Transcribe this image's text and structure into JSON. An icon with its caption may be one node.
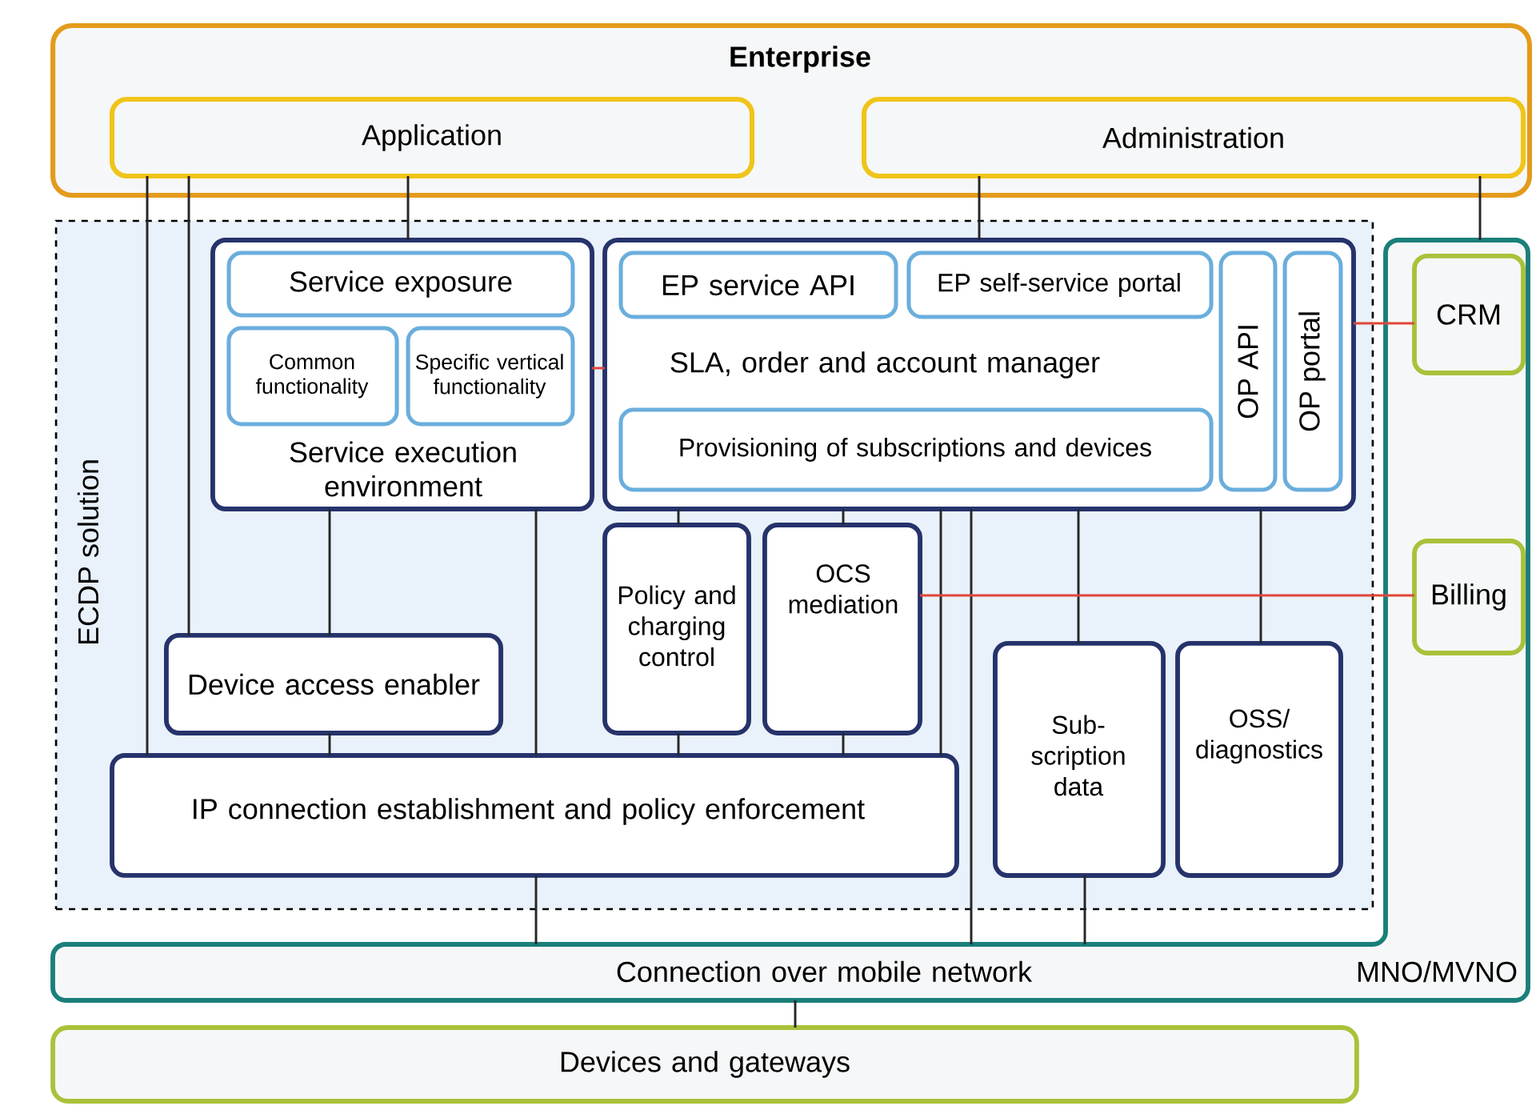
{
  "diagram": {
    "nodes": [
      {
        "text": [
          "Enterprise"
        ]
      },
      {
        "text": [
          "Application"
        ],
        "in": 0
      },
      {
        "text": [
          "Administration"
        ],
        "in": 0
      },
      {
        "text": [
          "Connection over mobile network",
          "MNO/MVNO"
        ]
      },
      {
        "text": [
          "ECDP solution"
        ]
      },
      {
        "text": [
          "Service execution environment"
        ],
        "in": 4
      },
      {
        "text": [
          "Service exposure"
        ],
        "in": 5
      },
      {
        "text": [
          "Common functionality"
        ],
        "in": 5
      },
      {
        "text": [
          "Specific vertical functionality"
        ],
        "in": 5
      },
      {
        "text": [
          "SLA, order and account manager"
        ],
        "in": 4
      },
      {
        "text": [
          "EP service API"
        ],
        "in": 9
      },
      {
        "text": [
          "EP self-service portal"
        ],
        "in": 9
      },
      {
        "text": [
          "Provisioning of subscriptions and devices"
        ],
        "in": 9
      },
      {
        "text": [
          "OP API"
        ],
        "in": 9
      },
      {
        "text": [
          "OP portal"
        ],
        "in": 9
      },
      {
        "text": [
          "Policy and charging control"
        ],
        "in": 4
      },
      {
        "text": [
          "OCS mediation"
        ],
        "in": 4
      },
      {
        "text": [
          "Device access enabler"
        ],
        "in": 4
      },
      {
        "text": [
          "IP connection establishment and policy enforcement"
        ],
        "in": 4
      },
      {
        "text": [
          "Sub- scription data"
        ],
        "in": 4
      },
      {
        "text": [
          "OSS/ diagnostics"
        ],
        "in": 4
      },
      {
        "text": [
          "CRM"
        ],
        "in": 3
      },
      {
        "text": [
          "Billing"
        ],
        "in": 3
      },
      {
        "text": [
          "Devices and gateways"
        ]
      }
    ],
    "edges": [
      {
        "from": 1,
        "to": 18,
        "arrow": "none"
      },
      {
        "from": 1,
        "to": 17,
        "arrow": "none"
      },
      {
        "from": 1,
        "to": 5,
        "arrow": "none"
      },
      {
        "from": 2,
        "to": 9,
        "arrow": "none"
      },
      {
        "from": 2,
        "to": 3,
        "arrow": "none"
      },
      {
        "from": 5,
        "to": 17,
        "arrow": "none"
      },
      {
        "from": 5,
        "to": 18,
        "arrow": "none"
      },
      {
        "from": 17,
        "to": 18,
        "arrow": "none"
      },
      {
        "from": 9,
        "to": 15,
        "arrow": "none"
      },
      {
        "from": 9,
        "to": 16,
        "arrow": "none"
      },
      {
        "from": 9,
        "to": 18,
        "arrow": "none"
      },
      {
        "from": 9,
        "to": 3,
        "arrow": "none"
      },
      {
        "from": 9,
        "to": 19,
        "arrow": "none"
      },
      {
        "from": 9,
        "to": 20,
        "arrow": "none"
      },
      {
        "from": 15,
        "to": 18,
        "arrow": "none"
      },
      {
        "from": 16,
        "to": 18,
        "arrow": "none"
      },
      {
        "from": 18,
        "to": 3,
        "arrow": "none"
      },
      {
        "from": 19,
        "to": 3,
        "arrow": "none"
      },
      {
        "from": 3,
        "to": 23,
        "arrow": "none"
      },
      {
        "from": 5,
        "to": 9,
        "arrow": "none",
        "color": "#e0463a"
      },
      {
        "from": 9,
        "to": 21,
        "arrow": "none",
        "color": "#e0463a"
      },
      {
        "from": 16,
        "to": 22,
        "arrow": "none",
        "color": "#e0463a"
      }
    ]
  }
}
